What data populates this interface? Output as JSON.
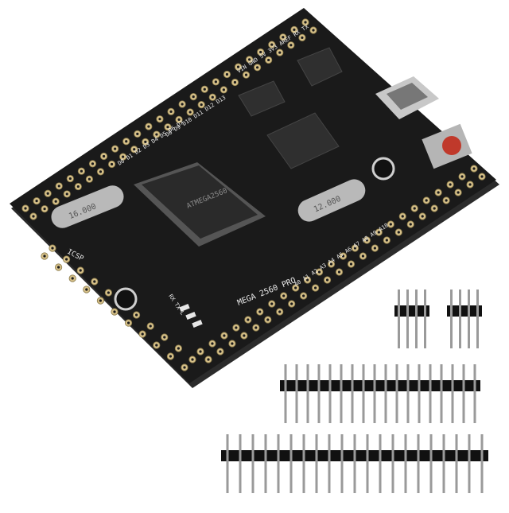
{
  "colors": {
    "background": "#ffffff",
    "pcb": "#1a1a1a",
    "pcb_edge": "#2b2b2b",
    "silkscreen": "#e8e8e8",
    "pad_gold": "#d6c089",
    "chip": "#2a2a2a",
    "crystal": "#b9b9b9",
    "reset_cap": "#c0392b",
    "usb_metal": "#c8c8c8",
    "pin_metal": "#9a9a9a",
    "pin_plastic": "#111111"
  },
  "board": {
    "chip_label": "ATMEGA2560",
    "board_label": "MEGA 2560 PRO",
    "icsp_label": "ICSP",
    "crystal_left_label": "16.000",
    "crystal_right_label": "12.000",
    "top_header_label": "VIN GND 5V 3V3 AREF RX TX",
    "pin_labels_left": "D0 D1 D2 D3 D4 D5 D6 D7",
    "pin_labels_mid": "D8 D9 D10 D11 D12 D13",
    "pin_labels_bottom": "A0 A1 A2 A3 A4 A5 A6 A7 A8 A9 A10",
    "led_labels": "RX TX L"
  },
  "pin_headers": {
    "small_header_1_pins": 4,
    "small_header_2_pins": 4,
    "long_header_1_pins": 18,
    "long_header_2_pins": 21
  }
}
